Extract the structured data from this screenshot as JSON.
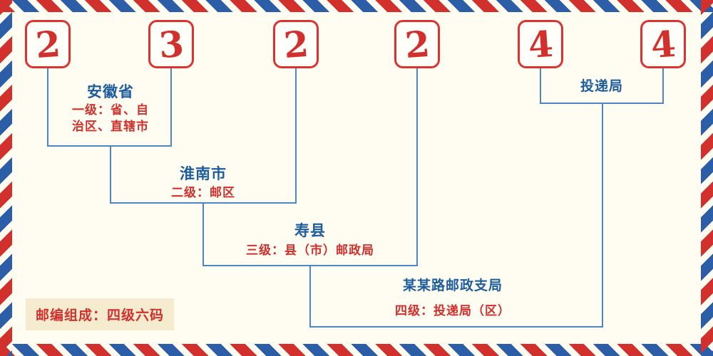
{
  "postal_code": {
    "digits": [
      "2",
      "3",
      "2",
      "2",
      "4",
      "4"
    ]
  },
  "levels": {
    "level1": {
      "place": "安徽省",
      "desc_line1": "一级：省、自",
      "desc_line2": "治区、直辖市"
    },
    "level2": {
      "place": "淮南市",
      "desc": "二级：邮区"
    },
    "level3": {
      "place": "寿县",
      "desc": "三级：县（市）邮政局"
    },
    "level4": {
      "place": "某某路邮政支局",
      "desc": "四级：投递局（区）"
    },
    "delivery": {
      "place": "投递局"
    }
  },
  "footer": {
    "composition_label": "邮编组成：四级六码"
  },
  "colors": {
    "background": "#fffdf2",
    "digit_red": "#d2302c",
    "label_blue": "#1d5d9e",
    "line_blue": "#4d86c0",
    "stripe_red": "#d2302c",
    "stripe_blue": "#2b5ea7",
    "badge_background": "#f5ebcf"
  }
}
